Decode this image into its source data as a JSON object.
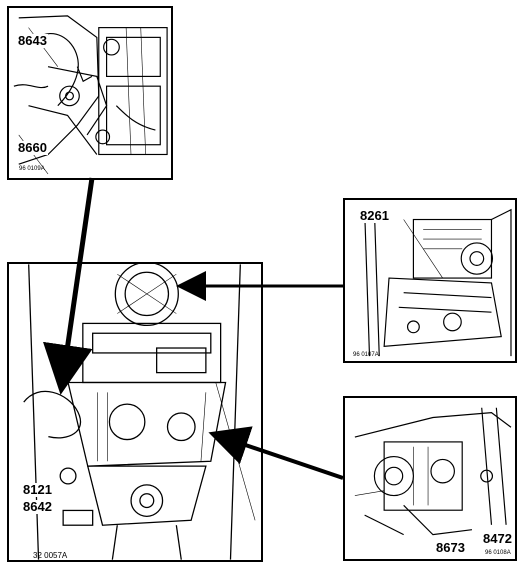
{
  "panels": {
    "top_left": {
      "labels": [
        "8643",
        "8660"
      ],
      "code": "96 0109A"
    },
    "right_top": {
      "labels": [
        "8261"
      ],
      "code": "96 0107A"
    },
    "right_bottom": {
      "labels": [
        "8673",
        "8472"
      ],
      "code": "96 0108A"
    },
    "main": {
      "labels": [
        "8121",
        "8642"
      ],
      "code": "32 0057A"
    }
  },
  "colors": {
    "ink": "#000000",
    "paper": "#ffffff"
  }
}
